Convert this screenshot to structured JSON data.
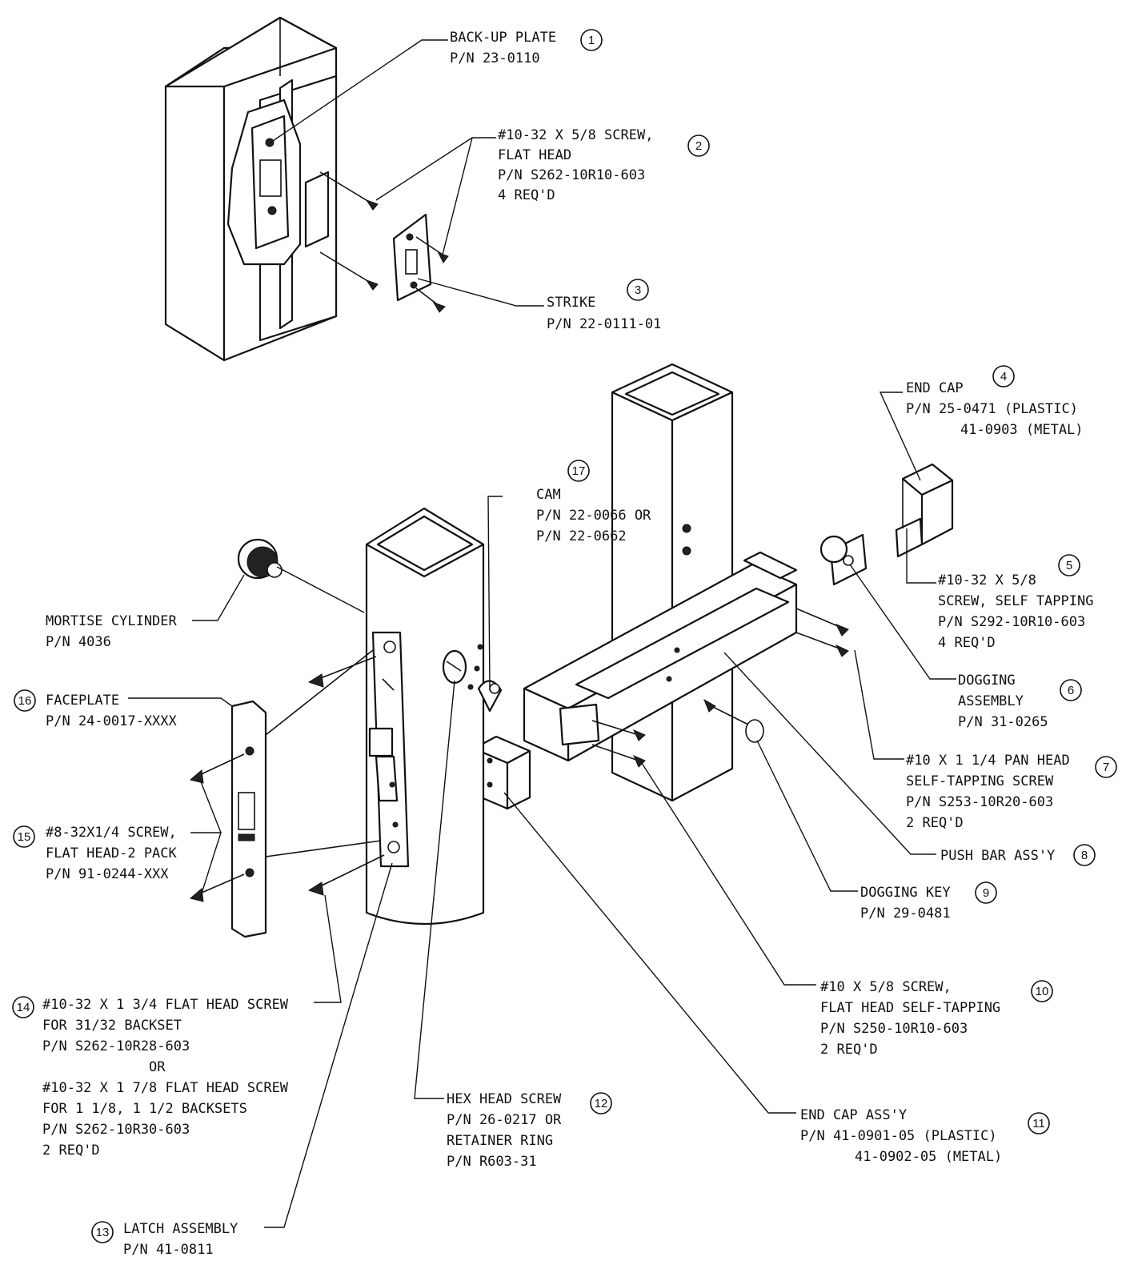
{
  "callouts": [
    {
      "n": "1",
      "lines": [
        "BACK-UP PLATE",
        "P/N 23-0110"
      ]
    },
    {
      "n": "2",
      "lines": [
        "#10-32 X 5/8 SCREW,",
        "FLAT HEAD",
        "P/N S262-10R10-603",
        "4 REQ'D"
      ]
    },
    {
      "n": "3",
      "lines": [
        "STRIKE",
        "P/N 22-0111-01"
      ]
    },
    {
      "n": "4",
      "lines": [
        "END CAP",
        "P/N 25-0471 (PLASTIC)",
        "41-0903 (METAL)"
      ]
    },
    {
      "n": "5",
      "lines": [
        "#10-32 X 5/8",
        "SCREW, SELF TAPPING",
        "P/N S292-10R10-603",
        "4 REQ'D"
      ]
    },
    {
      "n": "6",
      "lines": [
        "DOGGING",
        "ASSEMBLY",
        "P/N 31-0265"
      ]
    },
    {
      "n": "7",
      "lines": [
        "#10 X 1 1/4 PAN HEAD",
        "SELF-TAPPING SCREW",
        "P/N S253-10R20-603",
        "2 REQ'D"
      ]
    },
    {
      "n": "8",
      "lines": [
        "PUSH BAR ASS'Y"
      ]
    },
    {
      "n": "9",
      "lines": [
        "DOGGING KEY",
        "P/N 29-0481"
      ]
    },
    {
      "n": "10",
      "lines": [
        "#10 X 5/8 SCREW,",
        "FLAT HEAD SELF-TAPPING",
        "P/N S250-10R10-603",
        "2 REQ'D"
      ]
    },
    {
      "n": "11",
      "lines": [
        "END CAP ASS'Y",
        "P/N 41-0901-05 (PLASTIC)",
        "41-0902-05 (METAL)"
      ]
    },
    {
      "n": "12",
      "lines": [
        "HEX HEAD SCREW",
        "P/N 26-0217 OR",
        "RETAINER RING",
        "P/N R603-31"
      ]
    },
    {
      "n": "13",
      "lines": [
        "LATCH ASSEMBLY",
        "P/N 41-0811"
      ]
    },
    {
      "n": "14",
      "lines": [
        "#10-32 X 1 3/4 FLAT HEAD SCREW",
        "FOR 31/32 BACKSET",
        "P/N S262-10R28-603",
        "OR",
        "#10-32 X 1 7/8 FLAT HEAD SCREW",
        "FOR 1 1/8, 1 1/2 BACKSETS",
        "P/N S262-10R30-603",
        "2 REQ'D"
      ]
    },
    {
      "n": "15",
      "lines": [
        "#8-32X1/4 SCREW,",
        "FLAT HEAD-2 PACK",
        "P/N 91-0244-XXX"
      ]
    },
    {
      "n": "16",
      "lines": [
        "FACEPLATE",
        "P/N 24-0017-XXXX"
      ]
    },
    {
      "n": "17",
      "lines": [
        "CAM",
        "P/N 22-0066 OR",
        "P/N 22-0662"
      ]
    }
  ],
  "mortise_cylinder": {
    "lines": [
      "MORTISE CYLINDER",
      "P/N 4036"
    ]
  }
}
